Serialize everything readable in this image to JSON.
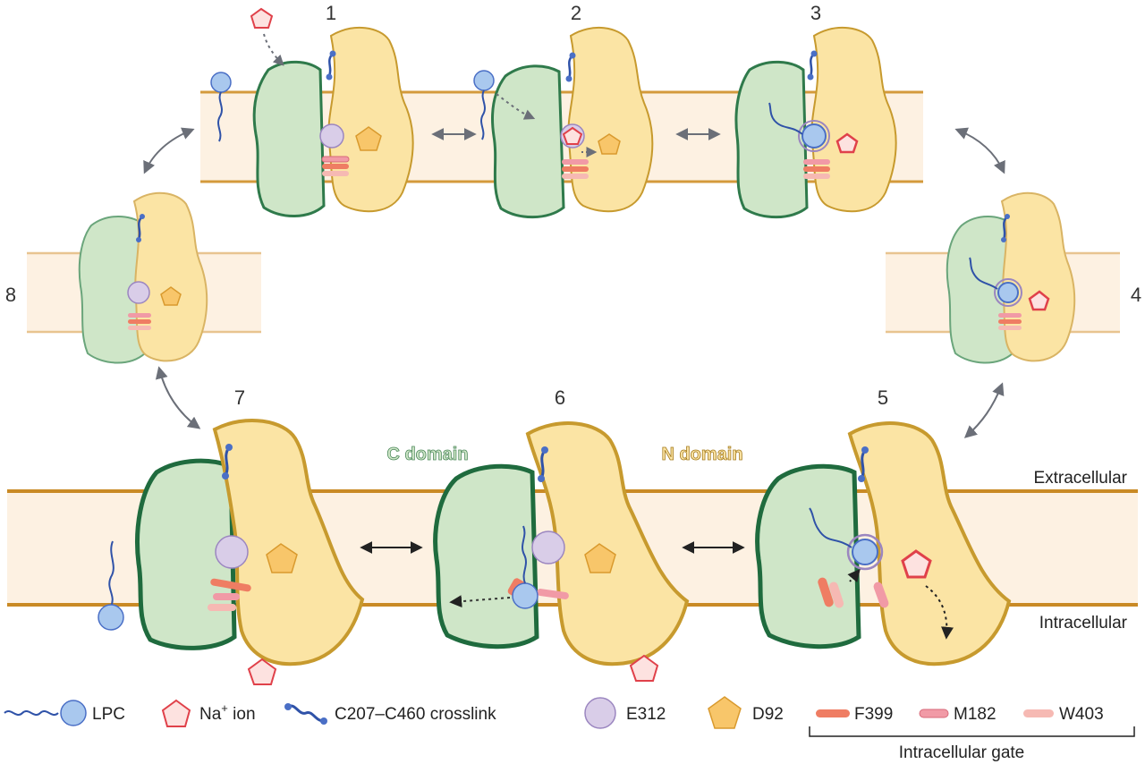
{
  "states": [
    {
      "label": "1"
    },
    {
      "label": "2"
    },
    {
      "label": "3"
    },
    {
      "label": "4"
    },
    {
      "label": "5"
    },
    {
      "label": "6"
    },
    {
      "label": "7"
    },
    {
      "label": "8"
    }
  ],
  "membrane": {
    "extracellular": "Extracellular",
    "intracellular": "Intracellular"
  },
  "domains": {
    "c_domain": "C domain",
    "n_domain": "N domain"
  },
  "legend": {
    "lpc": "LPC",
    "na_ion": "Na",
    "na_sup": "+",
    "na_suffix": " ion",
    "crosslink": "C207–C460 crosslink",
    "e312": "E312",
    "d92": "D92",
    "f399": "F399",
    "m182": "M182",
    "w403": "W403",
    "gate": "Intracellular gate"
  },
  "colors": {
    "c_domain_fill": "#cfe6c8",
    "c_domain_edge": "#2f7a4b",
    "n_domain_fill": "#fbe4a4",
    "n_domain_edge": "#c79a2e",
    "membrane_fill": "#fdf1e2",
    "membrane_line": "#d49a3c",
    "lpc": "#a9c8ee",
    "na": "#e0414a",
    "e312": "#d9cde8",
    "d92": "#f8c66a",
    "f399": "#ef7d63",
    "m182": "#f19aa6",
    "w403": "#f6b9b3"
  }
}
